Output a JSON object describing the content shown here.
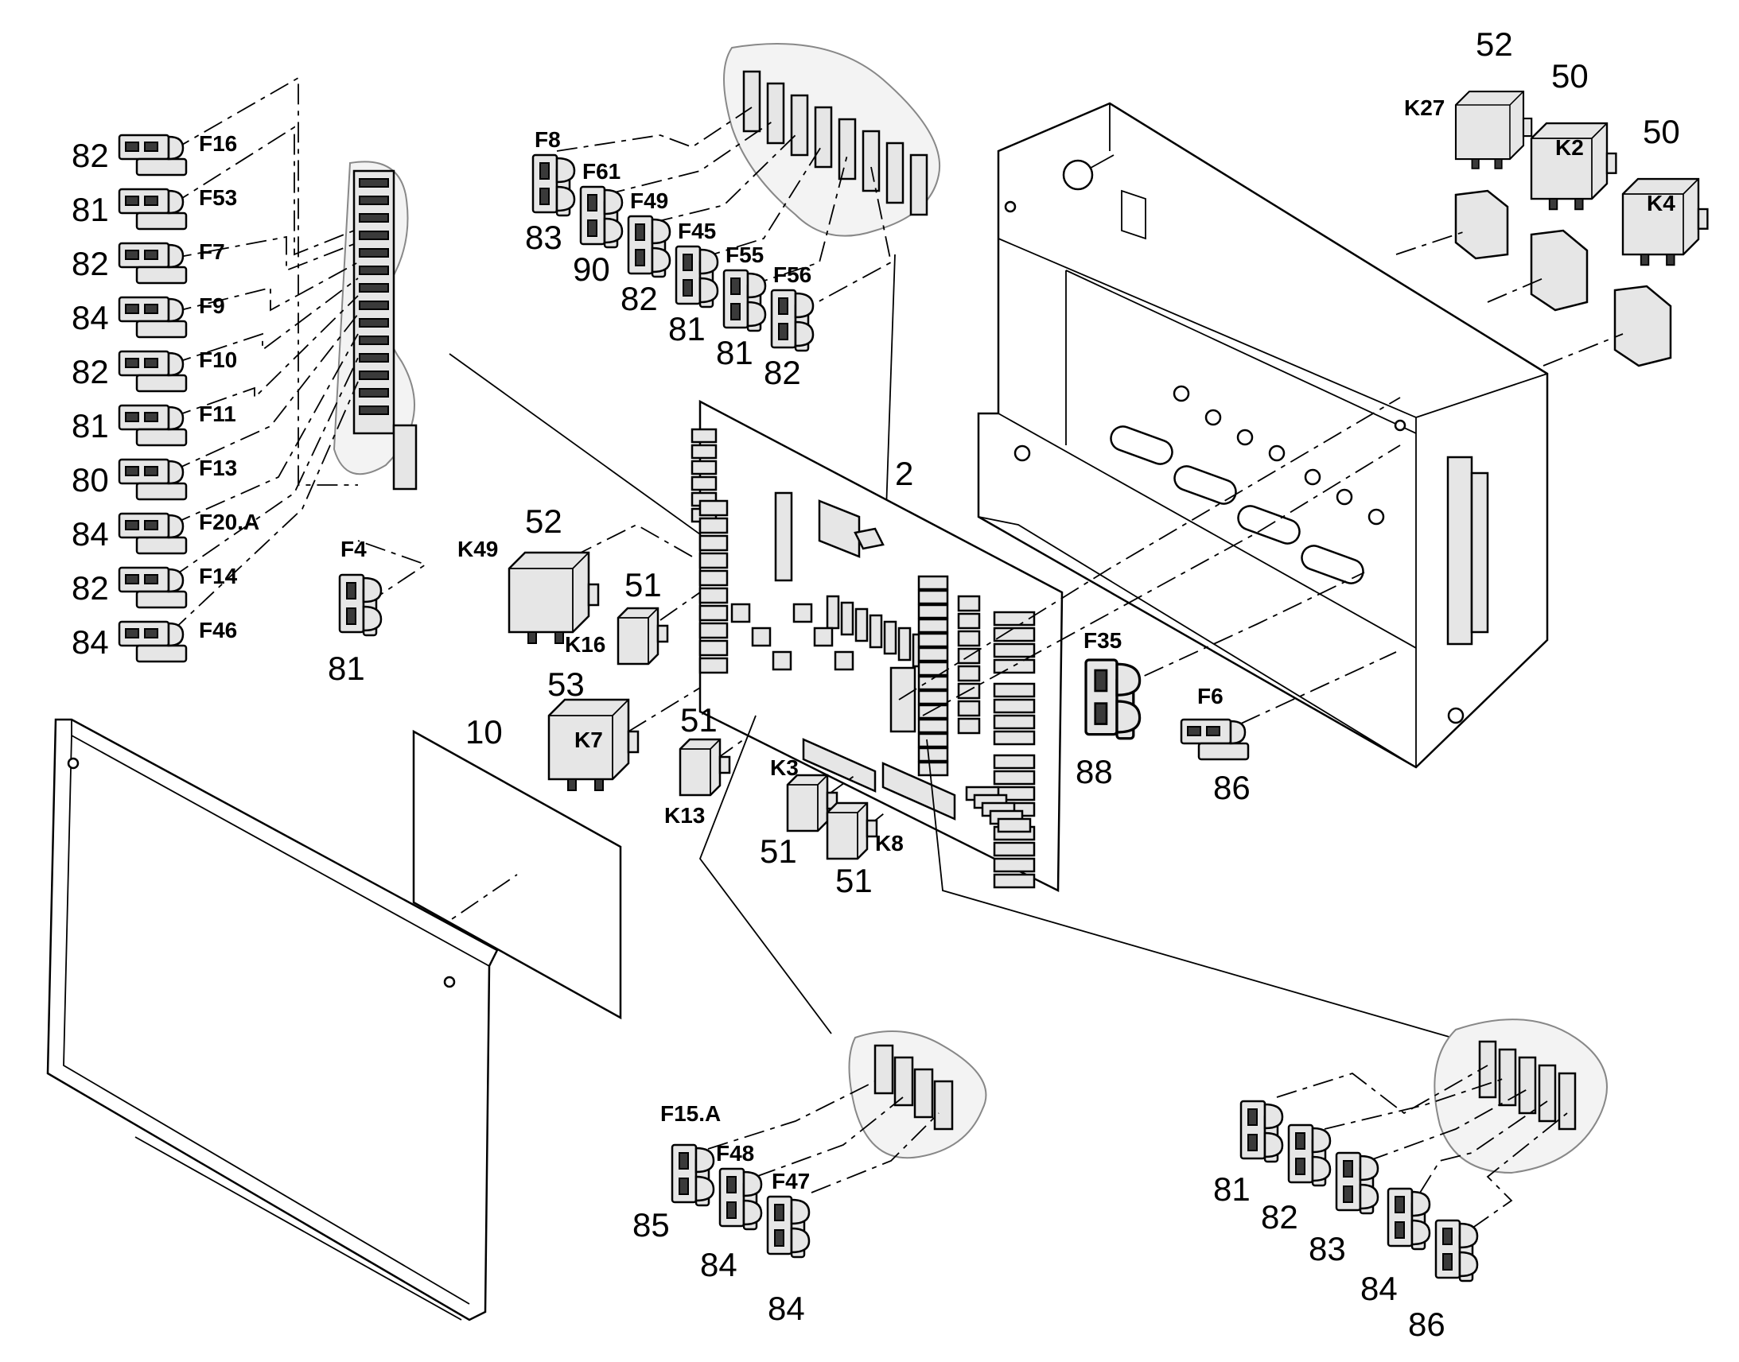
{
  "labels": {
    "left_fuses": [
      {
        "num": "82",
        "code": "F16"
      },
      {
        "num": "81",
        "code": "F53"
      },
      {
        "num": "82",
        "code": "F7"
      },
      {
        "num": "84",
        "code": "F9"
      },
      {
        "num": "82",
        "code": "F10"
      },
      {
        "num": "81",
        "code": "F11"
      },
      {
        "num": "80",
        "code": "F13"
      },
      {
        "num": "84",
        "code": "F20.A"
      },
      {
        "num": "82",
        "code": "F14"
      },
      {
        "num": "84",
        "code": "F46"
      }
    ],
    "top_fuses": [
      {
        "num": "83",
        "code": "F8"
      },
      {
        "num": "90",
        "code": "F61"
      },
      {
        "num": "82",
        "code": "F49"
      },
      {
        "num": "81",
        "code": "F45"
      },
      {
        "num": "81",
        "code": "F55"
      },
      {
        "num": "82",
        "code": "F56"
      }
    ],
    "relays_top_right": [
      {
        "num": "52",
        "code": "K27"
      },
      {
        "num": "50",
        "code": "K2"
      },
      {
        "num": "50",
        "code": "K4"
      }
    ],
    "board": "2",
    "f4": {
      "num": "81",
      "code": "F4"
    },
    "k49": {
      "num": "52",
      "code": "K49"
    },
    "k16": {
      "num": "51",
      "code": "K16"
    },
    "k7": {
      "num": "53",
      "code": "K7"
    },
    "k13": {
      "num": "51",
      "code": "K13"
    },
    "k3": {
      "num": "51",
      "code": "K3"
    },
    "k8": {
      "num": "51",
      "code": "K8"
    },
    "panel": "10",
    "f35": {
      "num": "88",
      "code": "F35"
    },
    "f6": {
      "num": "86",
      "code": "F6"
    },
    "bottom_center_fuses": [
      {
        "num": "85",
        "code": "F15.A"
      },
      {
        "num": "84",
        "code": "F48"
      },
      {
        "num": "84",
        "code": "F47"
      }
    ],
    "bottom_right_fuses": [
      "81",
      "82",
      "83",
      "84",
      "86"
    ]
  }
}
